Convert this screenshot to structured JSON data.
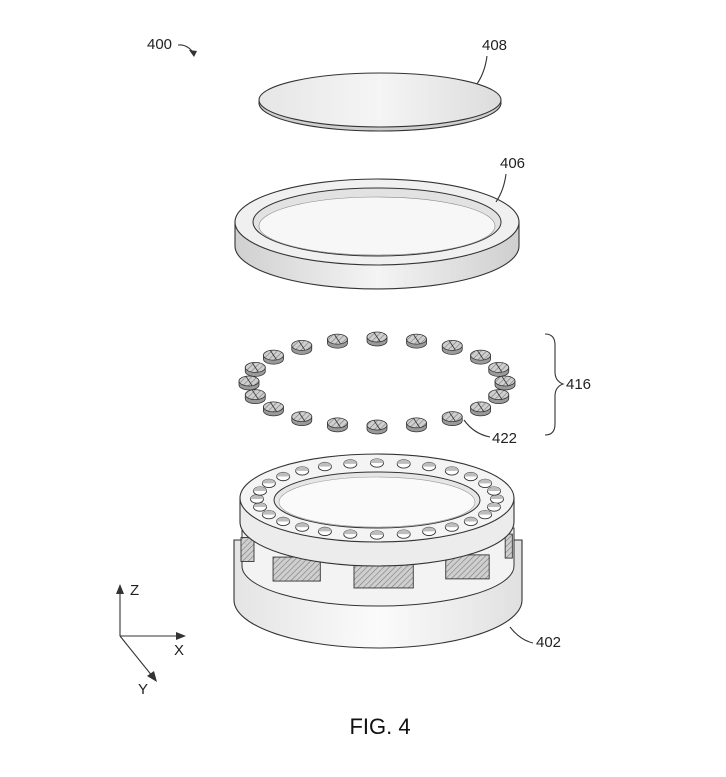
{
  "labels": {
    "assembly": "400",
    "cover": "408",
    "ring": "406",
    "magnets": "416",
    "magnet": "422",
    "base": "402"
  },
  "axes": {
    "z": "Z",
    "x": "X",
    "y": "Y"
  },
  "caption": "FIG. 4",
  "magnet_count": 20,
  "hole_count": 28
}
